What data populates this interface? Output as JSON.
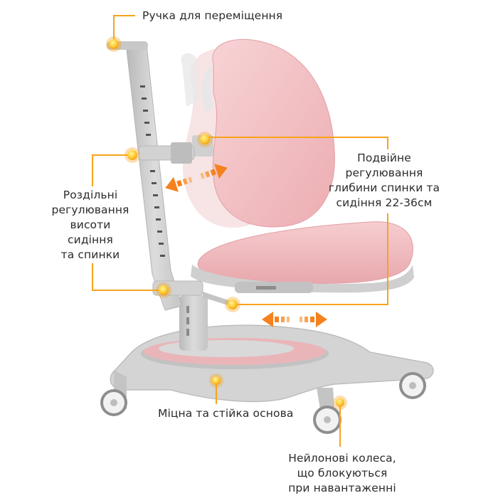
{
  "callouts": {
    "handle": {
      "lines": [
        "Ручка для переміщення"
      ]
    },
    "height_adjust": {
      "lines": [
        "Роздільні",
        "регулювання",
        "висоти",
        "сидіння",
        "та спинки"
      ]
    },
    "depth_adjust": {
      "lines": [
        "Подвійне",
        "регулювання",
        "глибини спинки та",
        "сидіння 22-36см"
      ]
    },
    "base": {
      "lines": [
        "Міцна та стійка основа"
      ]
    },
    "wheels": {
      "lines": [
        "Нейлонові колеса,",
        "що блокуються",
        "при навантаженні"
      ]
    }
  },
  "colors": {
    "accent": "#f7a31c",
    "arrow": "#f5821f",
    "upholstery": "#f4c6c9",
    "frame": "#c9c9c9",
    "text": "#2b2b2b"
  },
  "icons": [
    "adjust-knob-icon",
    "double-arrow-icon"
  ]
}
